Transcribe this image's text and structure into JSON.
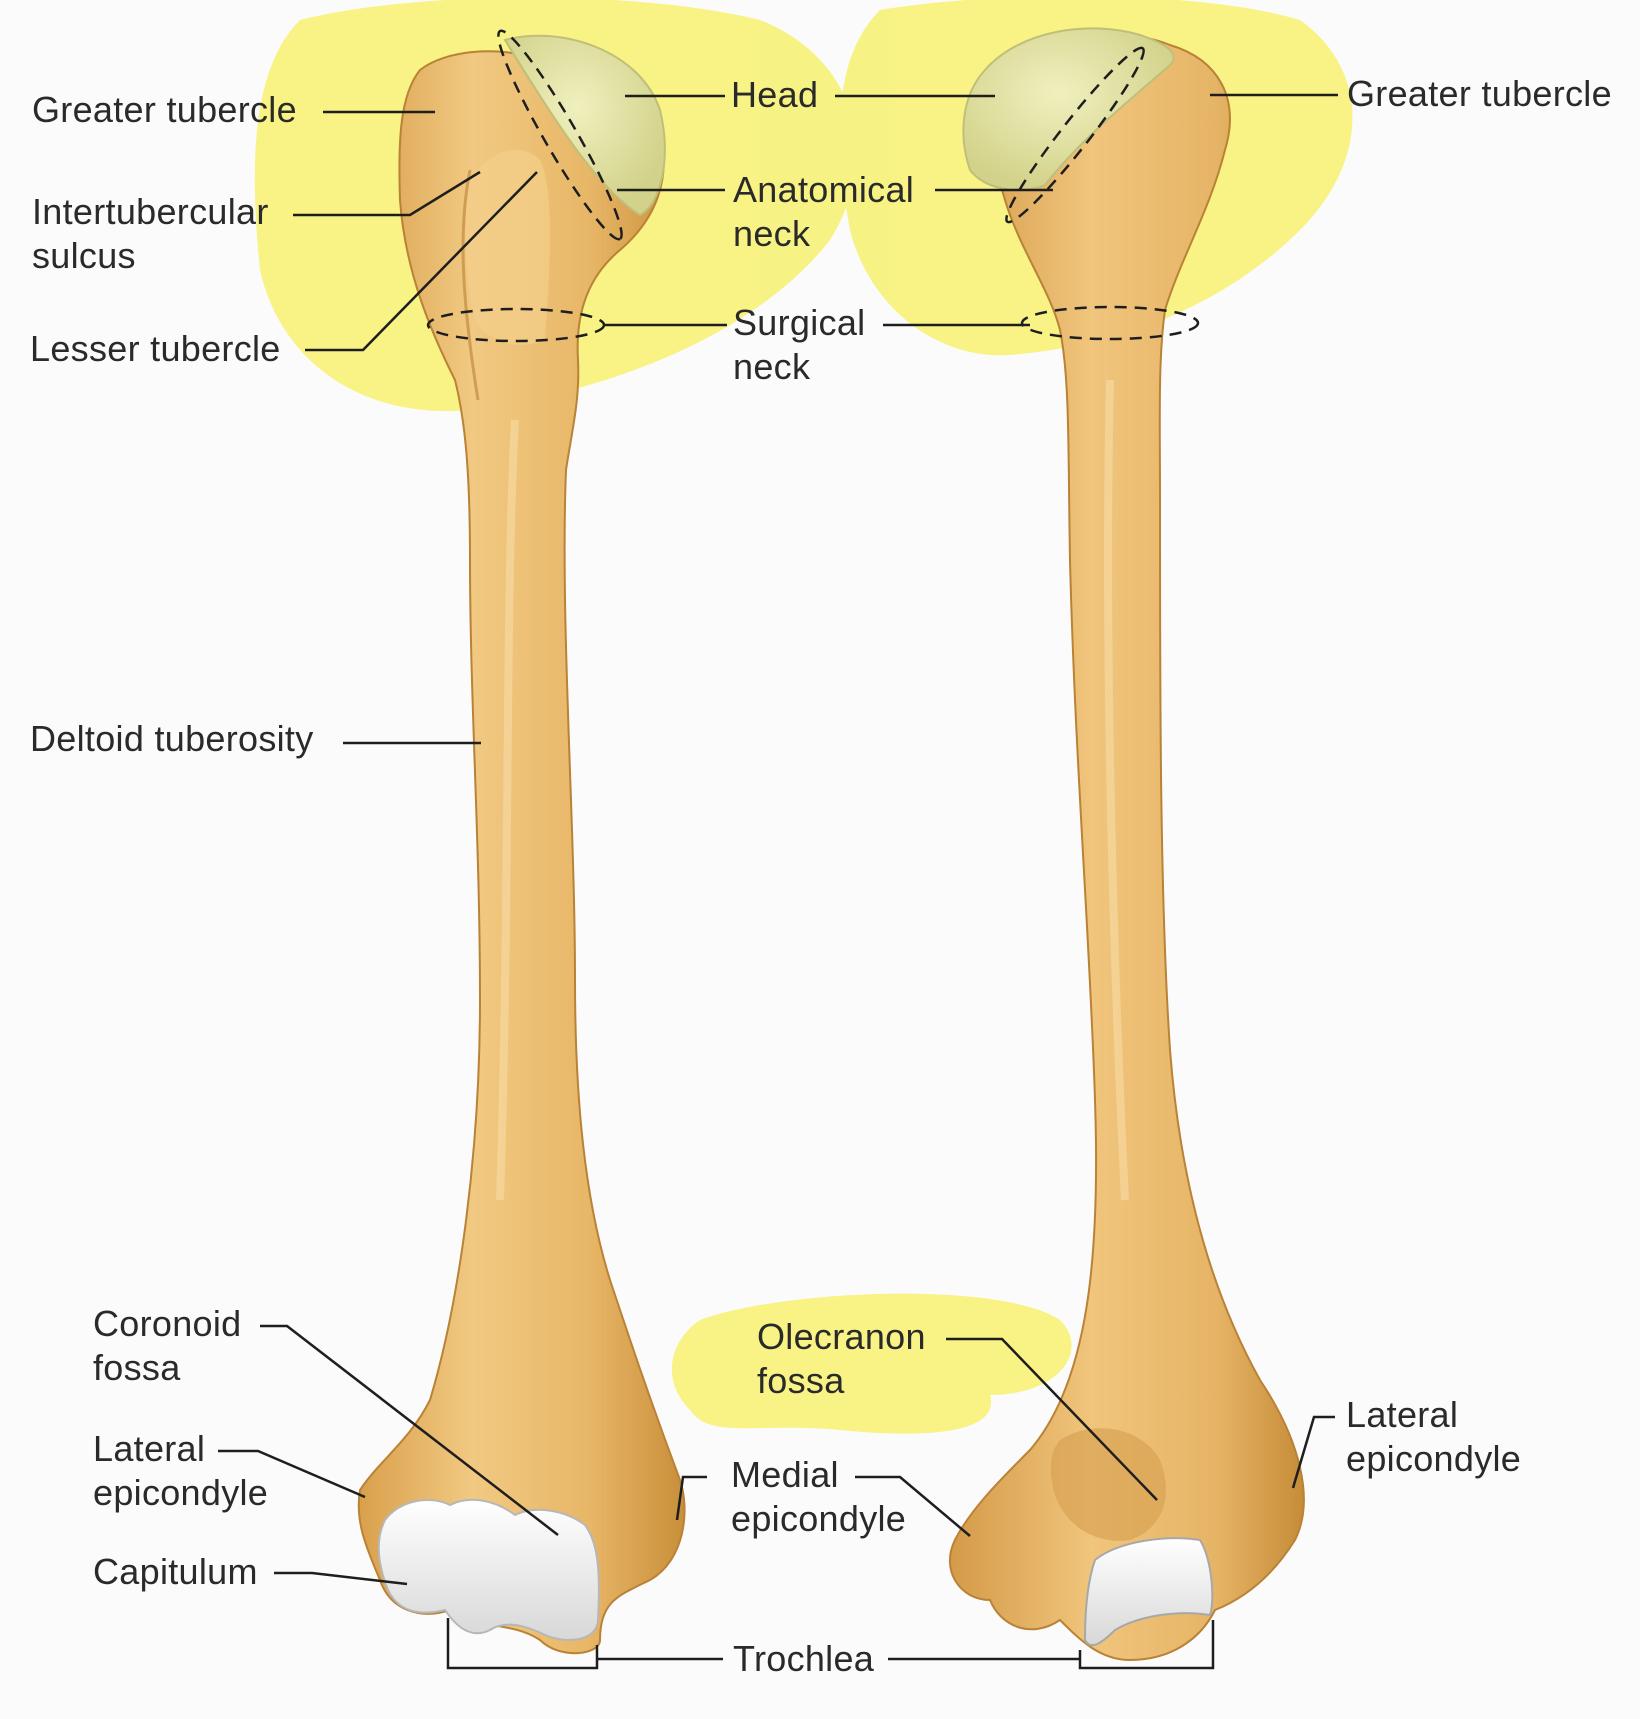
{
  "colors": {
    "highlight": "#f7f27a",
    "bone": "#e9b865",
    "bone_shade": "#c98f3a",
    "cartilage_head": "#e8e8a8",
    "cartilage_distal": "#f2f2f2",
    "leader": "#1e1e1e",
    "text": "#2a2a2a"
  },
  "labels": {
    "greater_tubercle_left": "Greater tubercle",
    "intertubercular_sulcus": "Intertubercular\nsulcus",
    "lesser_tubercle": "Lesser tubercle",
    "head": "Head",
    "anatomical_neck": "Anatomical\nneck",
    "surgical_neck": "Surgical\nneck",
    "greater_tubercle_right": "Greater tubercle",
    "deltoid_tuberosity": "Deltoid tuberosity",
    "coronoid_fossa": "Coronoid\nfossa",
    "lateral_epicondyle_left": "Lateral\nepicondyle",
    "capitulum": "Capitulum",
    "olecranon_fossa": "Olecranon\nfossa",
    "medial_epicondyle": "Medial\nepicondyle",
    "lateral_epicondyle_right": "Lateral\nepicondyle",
    "trochlea": "Trochlea"
  }
}
